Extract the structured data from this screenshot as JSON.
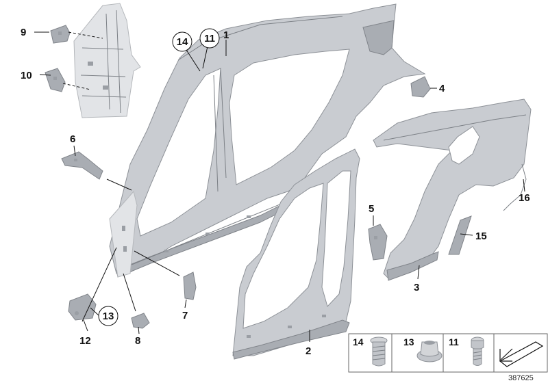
{
  "diagram": {
    "callouts": [
      "1",
      "2",
      "3",
      "4",
      "5",
      "6",
      "7",
      "8",
      "9",
      "10",
      "11",
      "12",
      "13",
      "14",
      "15",
      "16"
    ],
    "circled_callouts": [
      "14",
      "11",
      "13"
    ],
    "legend": {
      "items": [
        {
          "number": "14",
          "icon": "screw-icon"
        },
        {
          "number": "13",
          "icon": "nut-icon"
        },
        {
          "number": "11",
          "icon": "bolt-icon"
        }
      ],
      "last_icon": "arrow-down-icon"
    },
    "reference_number": "387625"
  }
}
